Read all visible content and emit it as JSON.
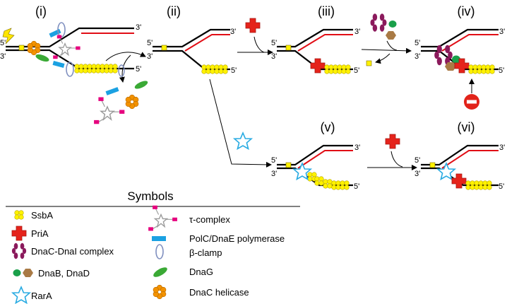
{
  "panels": {
    "i": "(i)",
    "ii": "(ii)",
    "iii": "(iii)",
    "iv": "(iv)",
    "v": "(v)",
    "vi": "(vi)"
  },
  "strand_ends": {
    "three_prime": "3'",
    "five_prime": "5'"
  },
  "legend": {
    "title": "Symbols",
    "items": {
      "ssba": "SsbA",
      "pria": "PriA",
      "dnac_dnai": "DnaC-DnaI complex",
      "dnab_dnad": "DnaB, DnaD",
      "rara": "RarA",
      "tau": "τ-complex",
      "polc": "PolC/DnaE polymerase",
      "clamp": "β-clamp",
      "dnag": "DnaG",
      "dnac_helicase": "DnaC helicase"
    }
  },
  "colors": {
    "ssba": "#fff200",
    "pria": "#e5231b",
    "dnac_dnai": "#8b1a5c",
    "dnab": "#1aa04a",
    "dnad": "#a97a45",
    "rara": "#29abe2",
    "tau_pink": "#e6007e",
    "polc": "#1ba1e2",
    "clamp": "#7f8fbf",
    "dnag": "#3aa935",
    "helicase": "#f39200",
    "nascent": "#e10e16",
    "block": "#e2231a"
  }
}
